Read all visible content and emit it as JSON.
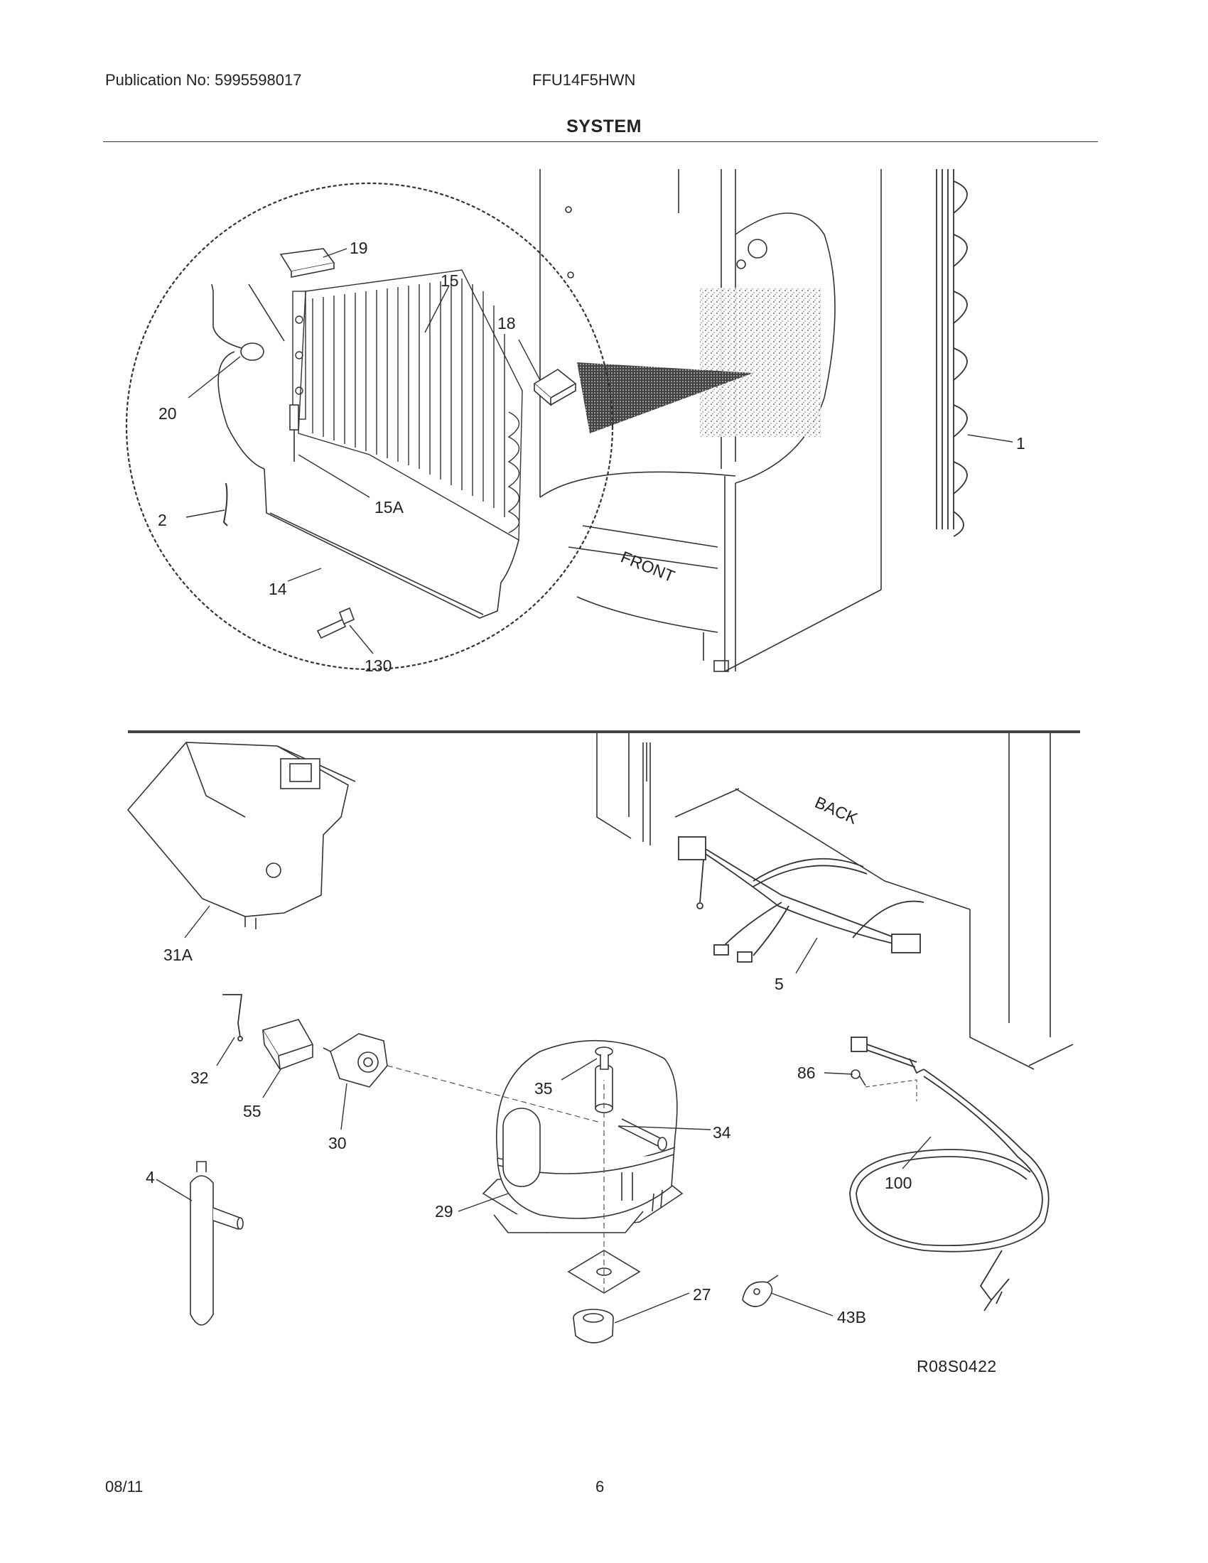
{
  "header": {
    "publication": "Publication No: 5995598017",
    "model": "FFU14F5HWN",
    "section_title": "SYSTEM"
  },
  "labels": {
    "c19": "19",
    "c15": "15",
    "c18": "18",
    "c20": "20",
    "c15a": "15A",
    "c2": "2",
    "c14": "14",
    "c130": "130",
    "c1": "1",
    "c31a": "31A",
    "c5": "5",
    "c32": "32",
    "c55": "55",
    "c30": "30",
    "c35": "35",
    "c34": "34",
    "c86": "86",
    "c100": "100",
    "c4": "4",
    "c29": "29",
    "c27": "27",
    "c43b": "43B"
  },
  "cabinet": {
    "front": "FRONT",
    "back": "BACK"
  },
  "footer": {
    "drawing_code": "R08S0422",
    "date": "08/11",
    "page": "6"
  }
}
